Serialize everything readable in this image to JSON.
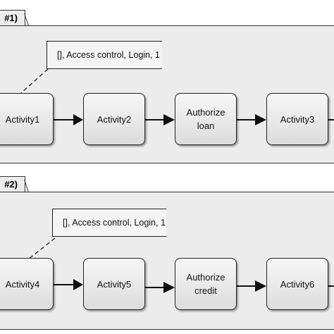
{
  "panels": [
    {
      "tab": "#1)",
      "note": "[], Access control, Login, 1",
      "activities": [
        "Activity1",
        "Activity2",
        "Authorize\nloan",
        "Activity3"
      ]
    },
    {
      "tab": "#2)",
      "note": "[], Access control, Login, 1",
      "activities": [
        "Activity4",
        "Activity5",
        "Authorize\ncredit",
        "Activity6"
      ]
    }
  ]
}
